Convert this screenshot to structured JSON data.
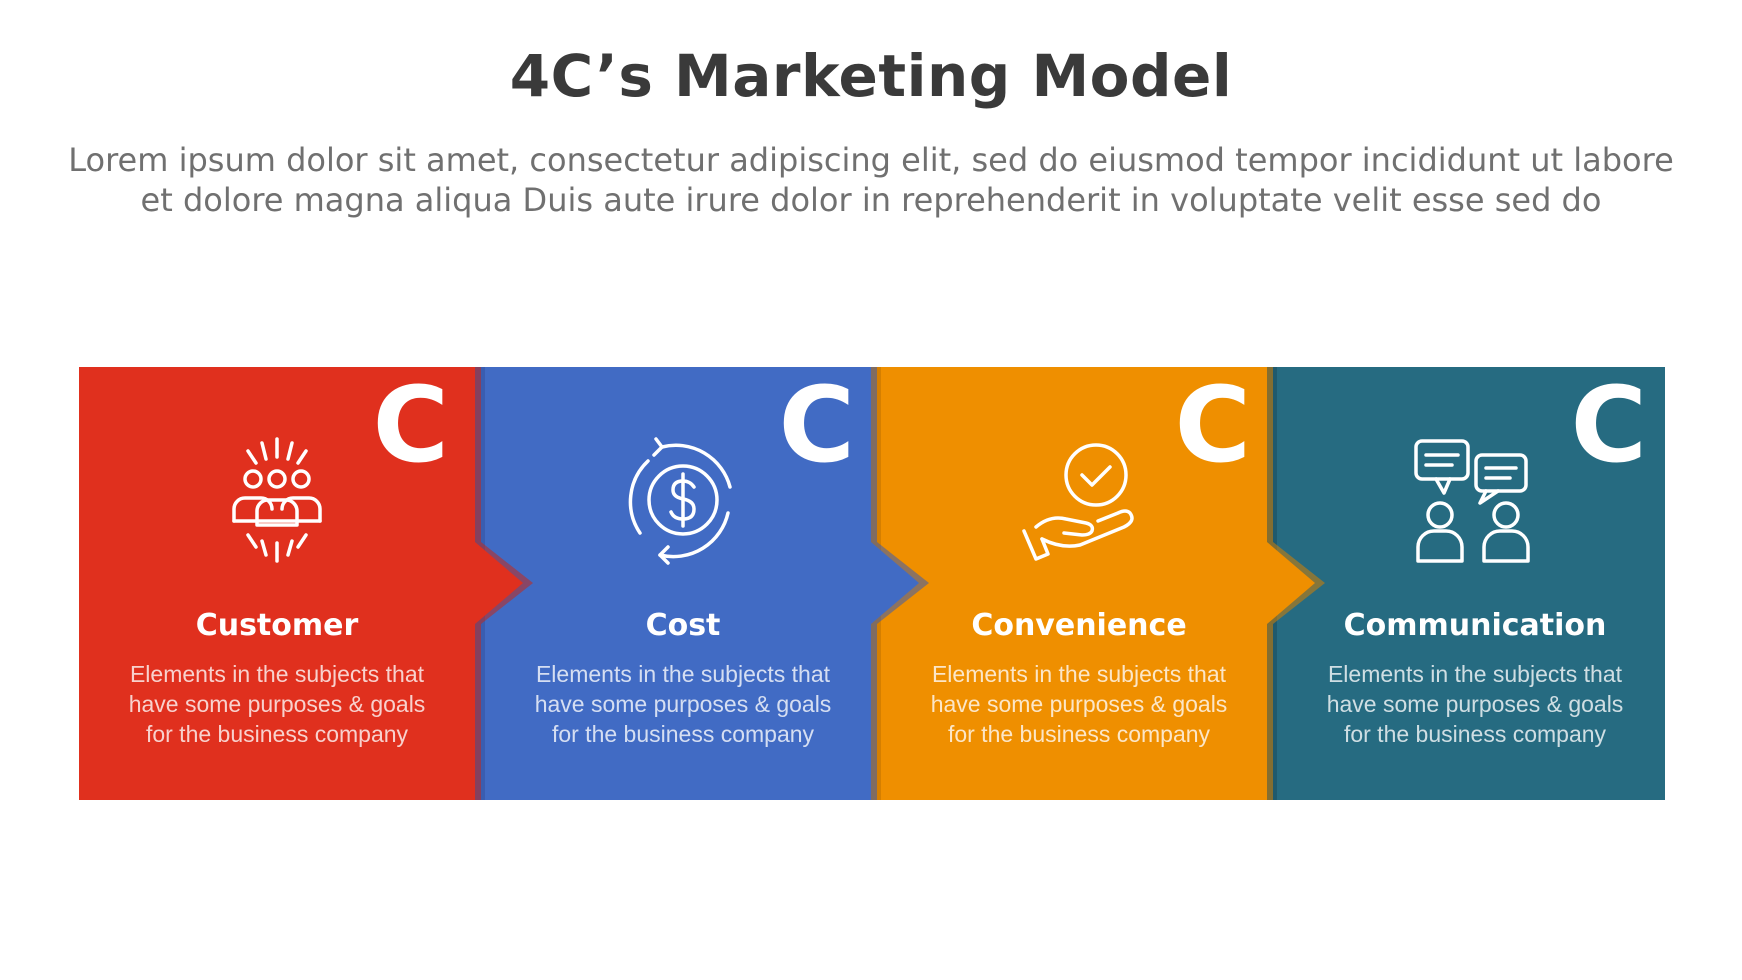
{
  "title": "4C’s Marketing Model",
  "subtitle": {
    "line1": "Lorem ipsum dolor sit amet, consectetur adipiscing elit, sed do eiusmod tempor incididunt ut labore",
    "line2": "et dolore magna aliqua Duis aute irure dolor in reprehenderit in voluptate velit esse sed do"
  },
  "steps": [
    {
      "letter": "C",
      "heading": "Customer",
      "description": "Elements in the subjects that\nhave  some purposes & goals\nfor the  business company",
      "color": "#e0301e",
      "icon": "people-group-icon"
    },
    {
      "letter": "C",
      "heading": "Cost",
      "description": "Elements in the subjects that\nhave  some purposes & goals\nfor the  business company",
      "color": "#416bc4",
      "icon": "dollar-cycle-icon"
    },
    {
      "letter": "C",
      "heading": "Convenience",
      "description": "Elements in the subjects that\nhave  some purposes & goals\nfor the  business company",
      "color": "#ef8f00",
      "icon": "hand-check-icon"
    },
    {
      "letter": "C",
      "heading": "Communication",
      "description": "Elements in the subjects that\nhave  some purposes & goals\nfor the  business company",
      "color": "#266b81",
      "icon": "chat-people-icon"
    }
  ]
}
